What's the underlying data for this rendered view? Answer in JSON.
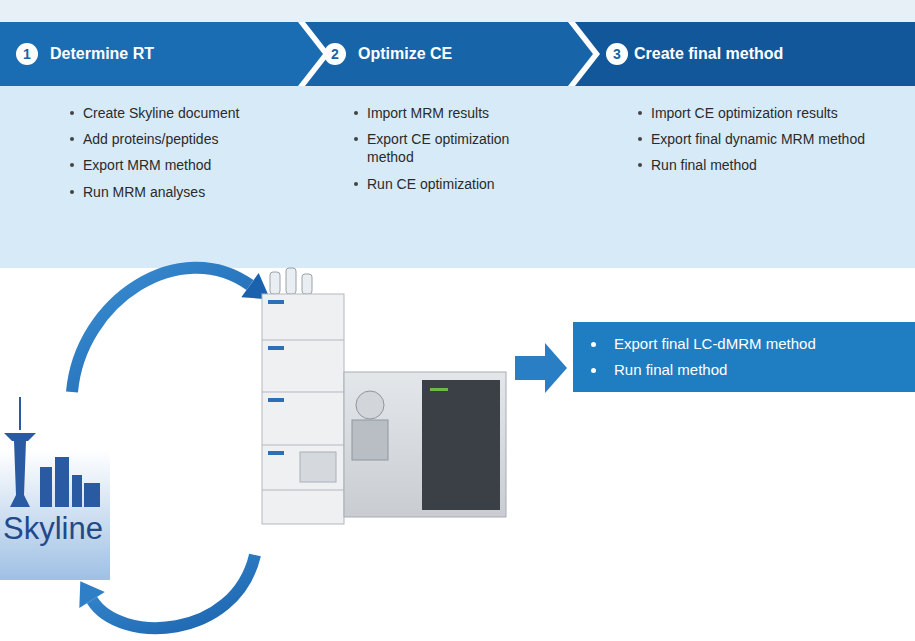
{
  "diagram": {
    "nodes": [
      {
        "text": [
          "Determine RT",
          "Create Skyline document",
          "Add proteins/peptides",
          "Export MRM method",
          "Run MRM analyses"
        ]
      },
      {
        "text": [
          "1"
        ],
        "in": 0
      },
      {
        "text": [
          "Optimize CE",
          "Import MRM results",
          "Export CE optimization method",
          "Run CE optimization"
        ]
      },
      {
        "text": [
          "2"
        ],
        "in": 2
      },
      {
        "text": [
          "Create final method",
          "Import CE optimization results",
          "Export final dynamic MRM method",
          "Run final method"
        ]
      },
      {
        "text": [
          "3"
        ],
        "in": 4
      },
      {
        "text": [
          "Skyline"
        ]
      },
      {
        "text": [
          "Export final LC-dMRM method",
          "Run final method"
        ]
      }
    ]
  }
}
